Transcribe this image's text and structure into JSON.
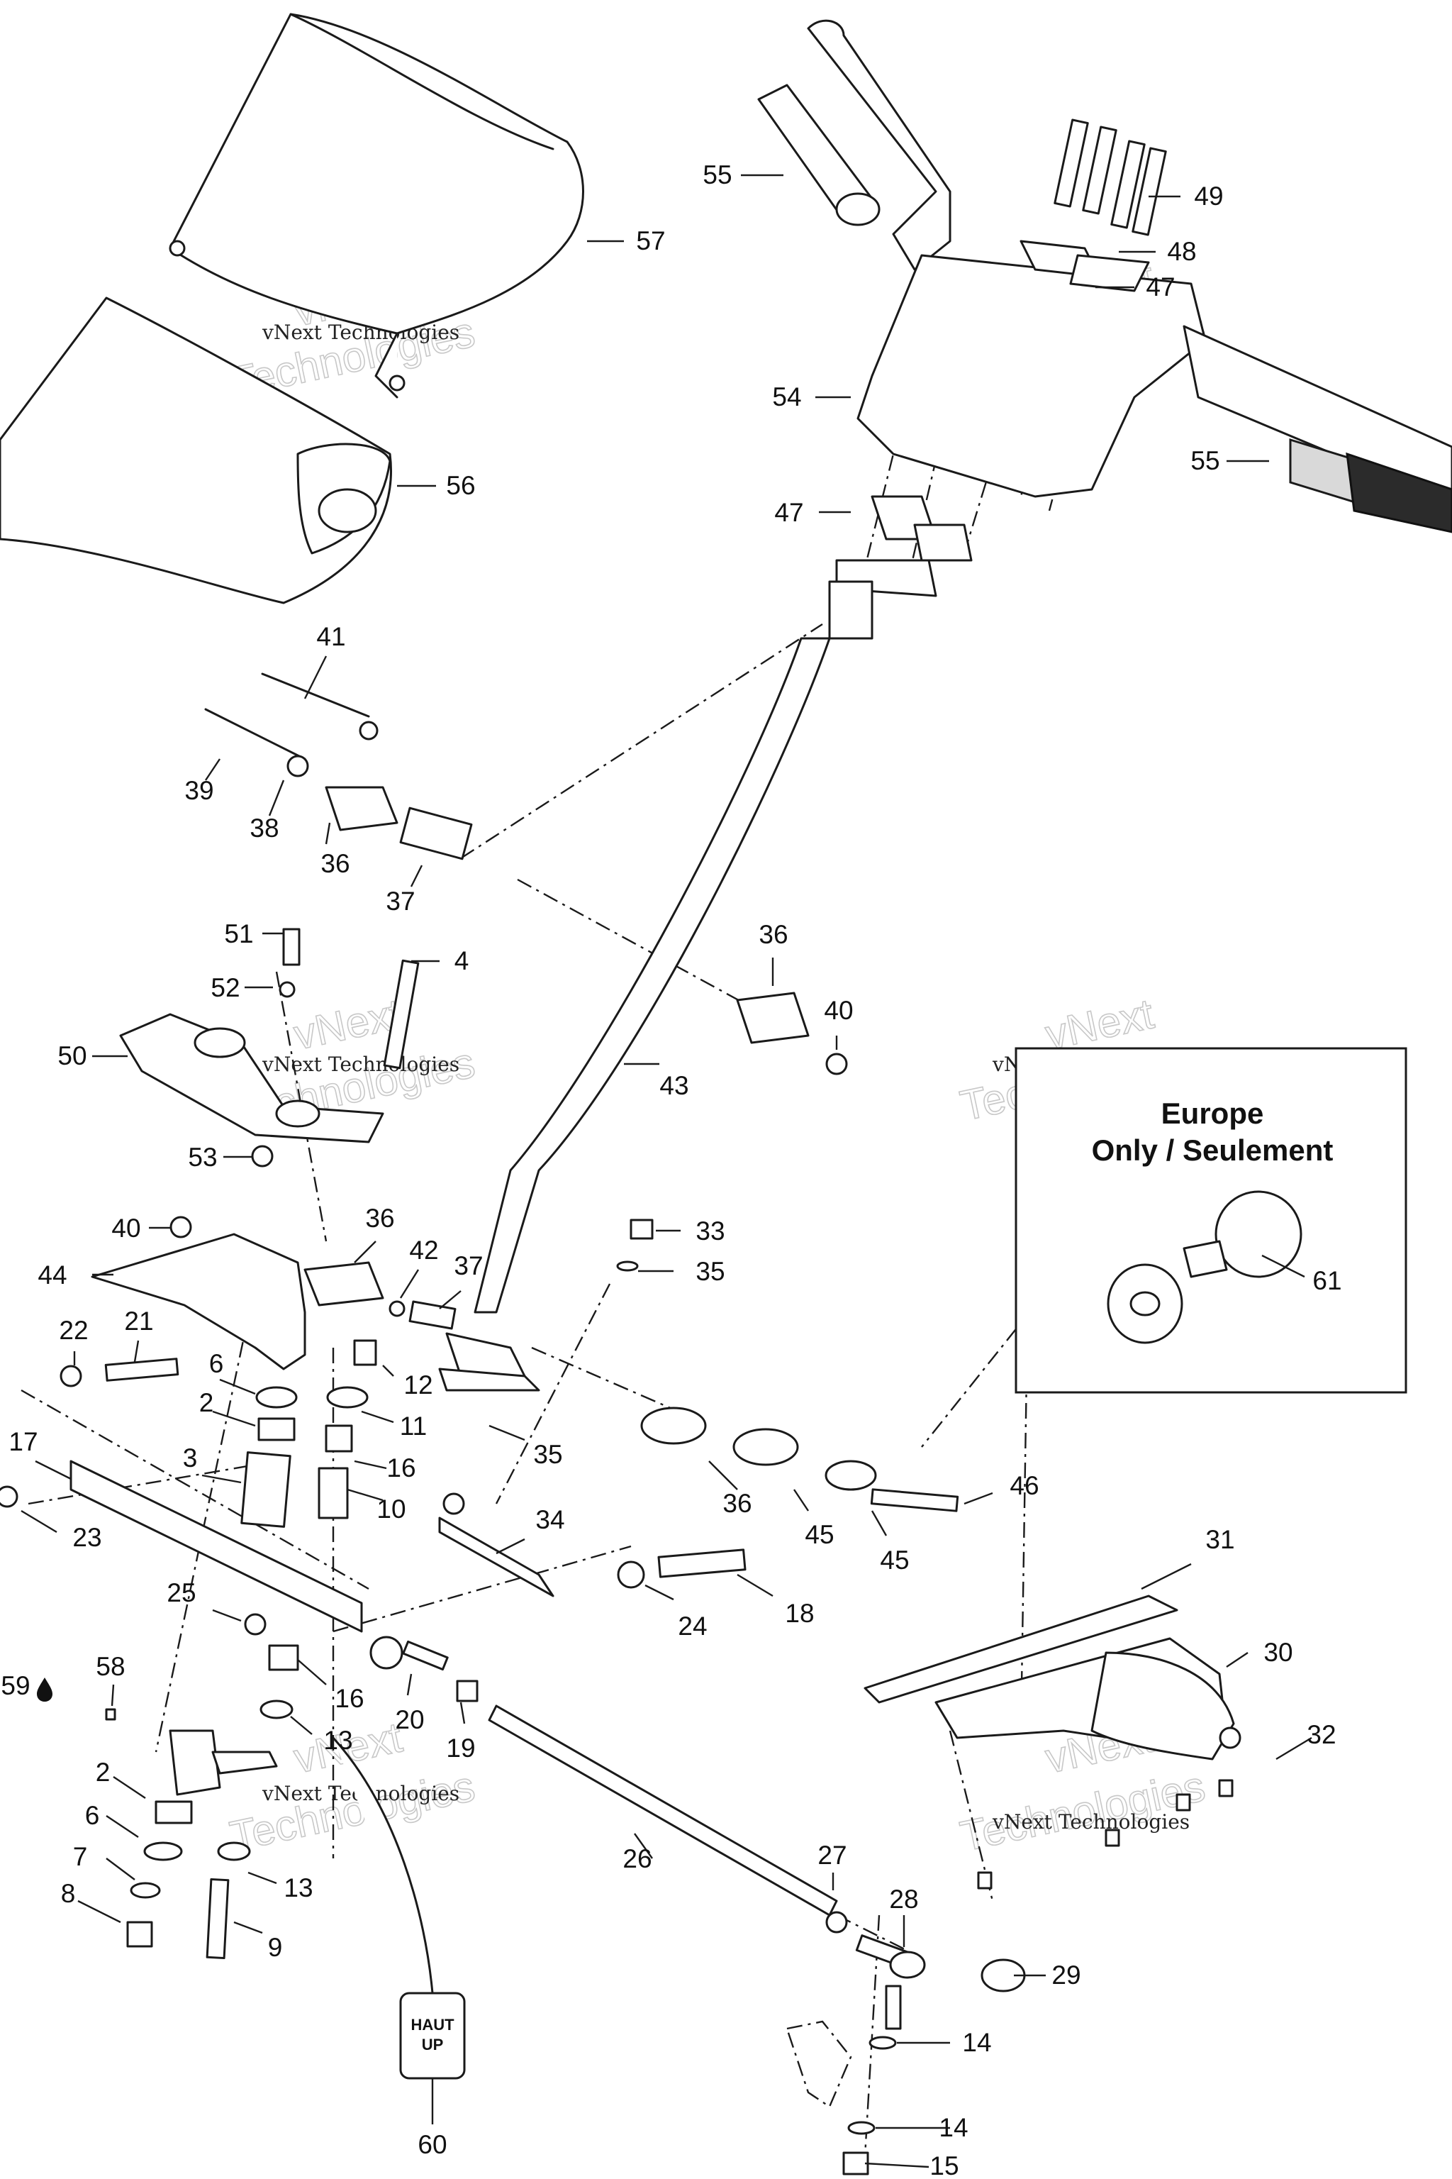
{
  "callouts": {
    "c57": "57",
    "c56": "56",
    "c55a": "55",
    "c55b": "55",
    "c49": "49",
    "c48": "48",
    "c47a": "47",
    "c47b": "47",
    "c54": "54",
    "c41": "41",
    "c39": "39",
    "c38": "38",
    "c36a": "36",
    "c37a": "37",
    "c51": "51",
    "c4": "4",
    "c52": "52",
    "c50": "50",
    "c53": "53",
    "c36b": "36",
    "c40a": "40",
    "c43": "43",
    "c40b": "40",
    "c44": "44",
    "c36c": "36",
    "c42": "42",
    "c37b": "37",
    "c33": "33",
    "c35a": "35",
    "c22": "22",
    "c21": "21",
    "c6a": "6",
    "c12": "12",
    "c2a": "2",
    "c11": "11",
    "c17": "17",
    "c3": "3",
    "c16a": "16",
    "c35b": "35",
    "c10": "10",
    "c23": "23",
    "c34": "34",
    "c36d": "36",
    "c45a": "45",
    "c45b": "45",
    "c46": "46",
    "c31": "31",
    "c25": "25",
    "c24": "24",
    "c18": "18",
    "c30": "30",
    "c58": "58",
    "c59": "59",
    "c16b": "16",
    "c20": "20",
    "c19": "19",
    "c13a": "13",
    "c32": "32",
    "c2b": "2",
    "c6b": "6",
    "c26": "26",
    "c27": "27",
    "c7": "7",
    "c13b": "13",
    "c8": "8",
    "c9": "9",
    "c28": "28",
    "c29": "29",
    "c14a": "14",
    "c14b": "14",
    "c15": "15",
    "c60": "60",
    "c61": "61"
  },
  "watermark": {
    "small": "vNext Technologies",
    "big_line1": "vNext",
    "big_line2": "Technologies"
  },
  "europe_box": {
    "line1": "Europe",
    "line2": "Only / Seulement"
  },
  "tag": {
    "line1": "HAUT",
    "line2": "UP"
  }
}
